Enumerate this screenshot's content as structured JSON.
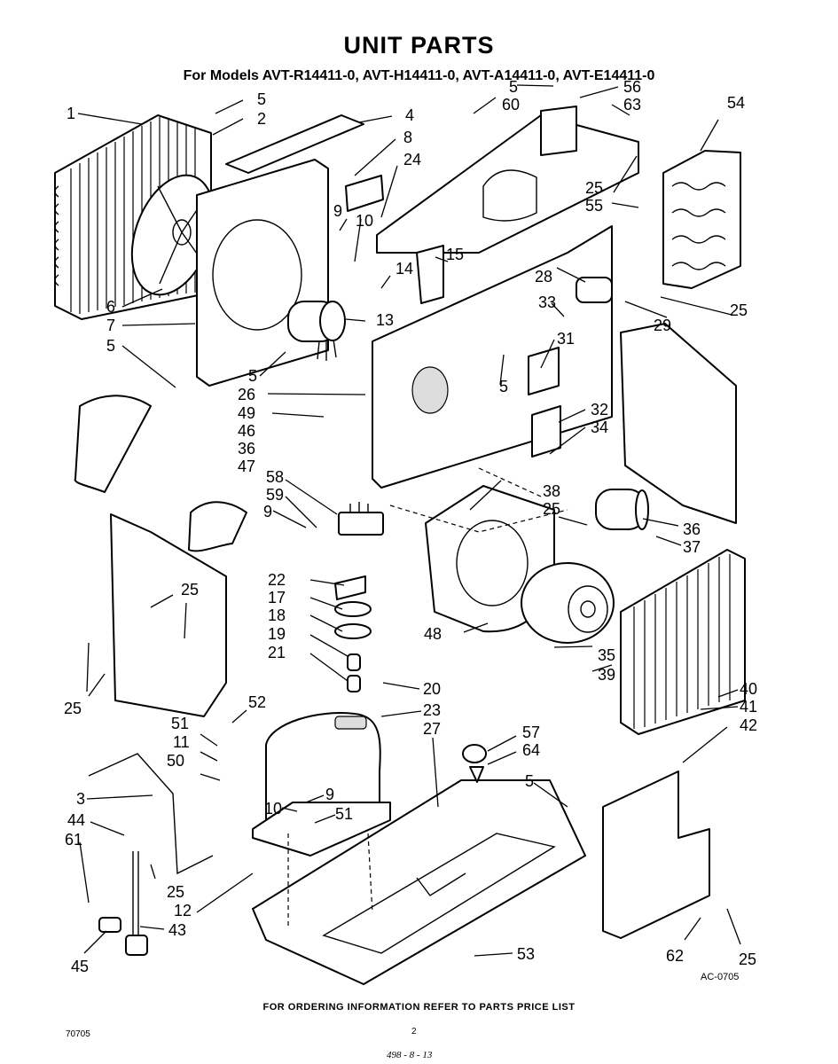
{
  "header": {
    "title": "UNIT PARTS",
    "subtitle": "For Models AVT-R14411-0, AVT-H14411-0, AVT-A14411-0, AVT-E14411-0"
  },
  "callouts": {
    "c1": "1",
    "c5a": "5",
    "c2": "2",
    "c4": "4",
    "c8": "8",
    "c24": "24",
    "c6": "6",
    "c7": "7",
    "c5b": "5",
    "c9a": "9",
    "c10a": "10",
    "c14": "14",
    "c15": "15",
    "c13": "13",
    "c5c": "5",
    "c26": "26",
    "c49": "49",
    "c46": "46",
    "c36a": "36",
    "c47": "47",
    "c5d": "5",
    "c60": "60",
    "c56": "56",
    "c63": "63",
    "c54": "54",
    "c25a": "25",
    "c55": "55",
    "c28": "28",
    "c33": "33",
    "c29": "29",
    "c31": "31",
    "c5e": "5",
    "c25b": "25",
    "c32": "32",
    "c34": "34",
    "c38": "38",
    "c25c": "25",
    "c36b": "36",
    "c37": "37",
    "c58": "58",
    "c59": "59",
    "c9b": "9",
    "c25d": "25",
    "c25e": "25",
    "c22": "22",
    "c17": "17",
    "c18": "18",
    "c19": "19",
    "c21": "21",
    "c20": "20",
    "c23": "23",
    "c48": "48",
    "c35": "35",
    "c39": "39",
    "c40": "40",
    "c41": "41",
    "c42": "42",
    "c52": "52",
    "c51a": "51",
    "c11": "11",
    "c50": "50",
    "c27": "27",
    "c57": "57",
    "c64": "64",
    "c5f": "5",
    "c3": "3",
    "c44": "44",
    "c61": "61",
    "c9c": "9",
    "c10b": "10",
    "c51b": "51",
    "c25f": "25",
    "c12": "12",
    "c43": "43",
    "c45": "45",
    "c53": "53",
    "c62": "62",
    "c25g": "25"
  },
  "drawing_code": "AC-0705",
  "footer": {
    "ordering_note": "FOR ORDERING INFORMATION REFER TO PARTS PRICE LIST",
    "page_code": "70705",
    "page_number": "2",
    "handwritten_note": "498 - 8 - 13"
  }
}
